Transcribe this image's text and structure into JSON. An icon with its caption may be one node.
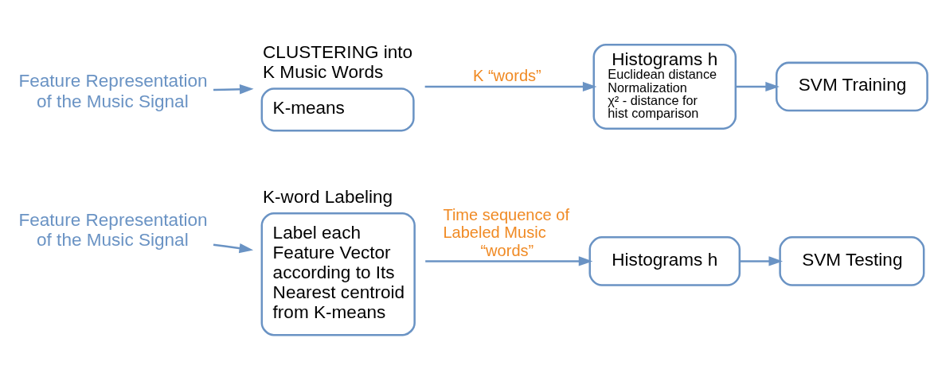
{
  "diagram": {
    "nodes": [
      {
        "text": [
          "Feature Representation of the Music Signal"
        ]
      },
      {
        "text": [
          "CLUSTERING into K Music Words",
          "K-means"
        ]
      },
      {
        "text": [
          "Histograms h",
          "Euclidean distance",
          "Normalization",
          "χ² - distance for hist comparison"
        ]
      },
      {
        "text": [
          "SVM Training"
        ]
      },
      {
        "text": [
          "Feature Representation of the Music Signal"
        ]
      },
      {
        "text": [
          "K-word Labeling",
          "Label each Feature Vector according to Its Nearest centroid from K-means"
        ]
      },
      {
        "text": [
          "Histograms h"
        ]
      },
      {
        "text": [
          "SVM Testing"
        ]
      }
    ],
    "edges": [
      {
        "from": 0,
        "to": 1,
        "arrow": "to"
      },
      {
        "from": 1,
        "to": 2,
        "arrow": "to",
        "label": "K “words”"
      },
      {
        "from": 2,
        "to": 3,
        "arrow": "to"
      },
      {
        "from": 4,
        "to": 5,
        "arrow": "to"
      },
      {
        "from": 5,
        "to": 6,
        "arrow": "to",
        "label": "Time sequence of Labeled Music “words”"
      },
      {
        "from": 6,
        "to": 7,
        "arrow": "to"
      }
    ]
  }
}
